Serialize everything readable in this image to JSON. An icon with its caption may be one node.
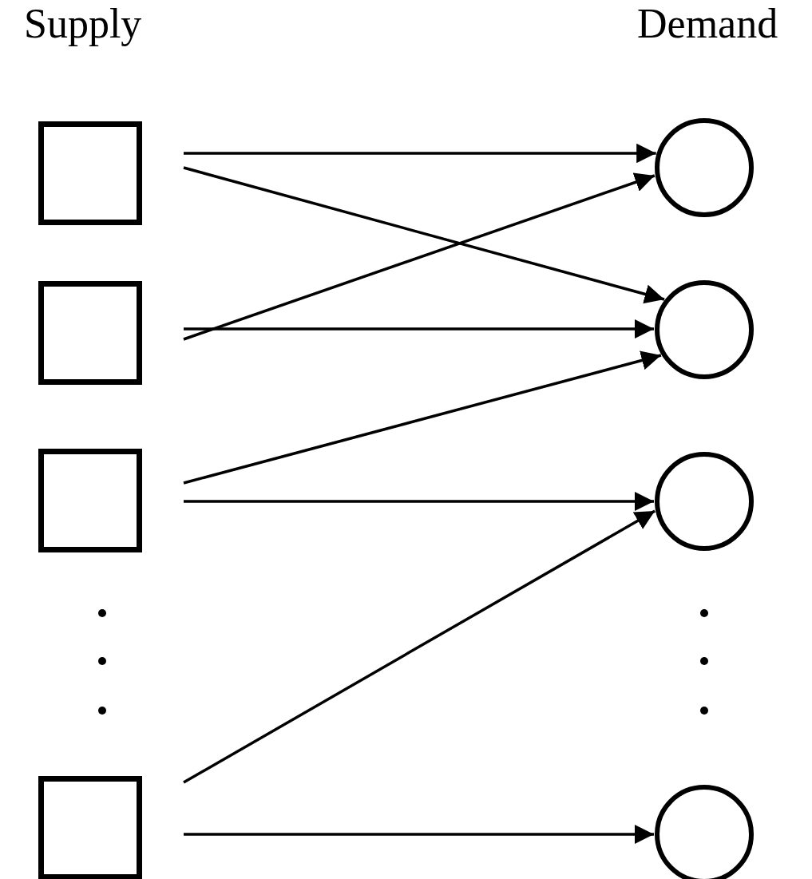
{
  "diagram": {
    "nodes": [
      {
        "text": [],
        "shape": "box"
      },
      {
        "text": [],
        "shape": "box"
      },
      {
        "text": [],
        "shape": "box"
      },
      {
        "text": [],
        "shape": "box"
      },
      {
        "text": [],
        "shape": "circle"
      },
      {
        "text": [],
        "shape": "circle"
      },
      {
        "text": [],
        "shape": "circle"
      },
      {
        "text": [],
        "shape": "circle"
      }
    ],
    "edges": [
      {
        "from": 0,
        "to": 4,
        "arrow": "to"
      },
      {
        "from": 0,
        "to": 5,
        "arrow": "to"
      },
      {
        "from": 1,
        "to": 4,
        "arrow": "to"
      },
      {
        "from": 1,
        "to": 5,
        "arrow": "to"
      },
      {
        "from": 2,
        "to": 5,
        "arrow": "to"
      },
      {
        "from": 2,
        "to": 6,
        "arrow": "to"
      },
      {
        "from": 3,
        "to": 6,
        "arrow": "to"
      },
      {
        "from": 3,
        "to": 7,
        "arrow": "to"
      }
    ],
    "labels": [
      "Supply",
      "Demand"
    ]
  }
}
